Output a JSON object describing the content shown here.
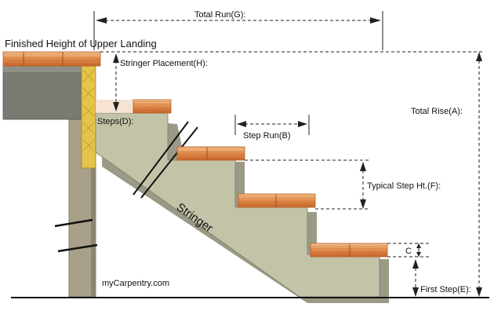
{
  "labels": {
    "upper_landing": "Finished Height of Upper Landing",
    "total_run": "Total Run(G):",
    "stringer_placement": "Stringer Placement(H):",
    "total_rise": "Total Rise(A):",
    "steps": "Steps(D):",
    "step_run": "Step Run(B)",
    "typical_step_height": "Typical Step Ht.(F):",
    "stringer": "Stringer",
    "c": "C",
    "first_step": "First Step(E):",
    "watermark": "myCarpentry.com"
  },
  "colors": {
    "stringer_fill": "#c3c3a8",
    "stringer_shadow": "#9a9a86",
    "post_fill": "#a8a089",
    "beam_fill": "#7a7a72",
    "ledger_fill": "#e6c34a",
    "wood_light": "#f2b77c",
    "wood_dark": "#d7773d",
    "line": "#222222"
  }
}
